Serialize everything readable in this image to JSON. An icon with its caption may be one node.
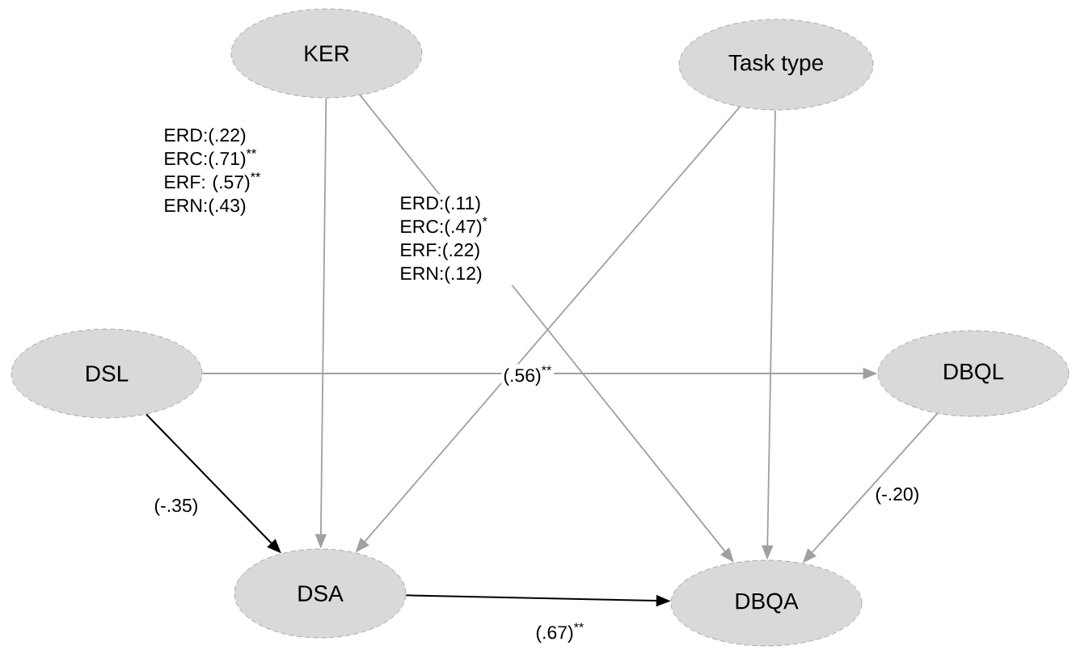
{
  "diagram": {
    "nodes": [
      {
        "text": [
          "KER"
        ]
      },
      {
        "text": [
          "Task type"
        ]
      },
      {
        "text": [
          "DSL"
        ]
      },
      {
        "text": [
          "DBQL"
        ]
      },
      {
        "text": [
          "DSA"
        ]
      },
      {
        "text": [
          "DBQA"
        ]
      }
    ],
    "edges": [
      {
        "from": 0,
        "to": 4,
        "arrow": "to",
        "label": "ERD:(.22) ERC:(.71)$^{**}$ ERF: (.57)$^{**}$ ERN:(.43)"
      },
      {
        "from": 0,
        "to": 5,
        "arrow": "to",
        "label": "ERD:(.11) ERC:(.47)$^{*}$ ERF:(.22) ERN:(.12)"
      },
      {
        "from": 1,
        "to": 4,
        "arrow": "to"
      },
      {
        "from": 1,
        "to": 5,
        "arrow": "to"
      },
      {
        "from": 2,
        "to": 3,
        "arrow": "to",
        "label": "(.56)$^{**}$"
      },
      {
        "from": 2,
        "to": 4,
        "arrow": "to",
        "label": "(-.35)",
        "color": "#000000"
      },
      {
        "from": 3,
        "to": 5,
        "arrow": "to",
        "label": "(-.20)"
      },
      {
        "from": 4,
        "to": 5,
        "arrow": "to",
        "label": "(.67)$^{**}$",
        "color": "#000000"
      }
    ]
  }
}
